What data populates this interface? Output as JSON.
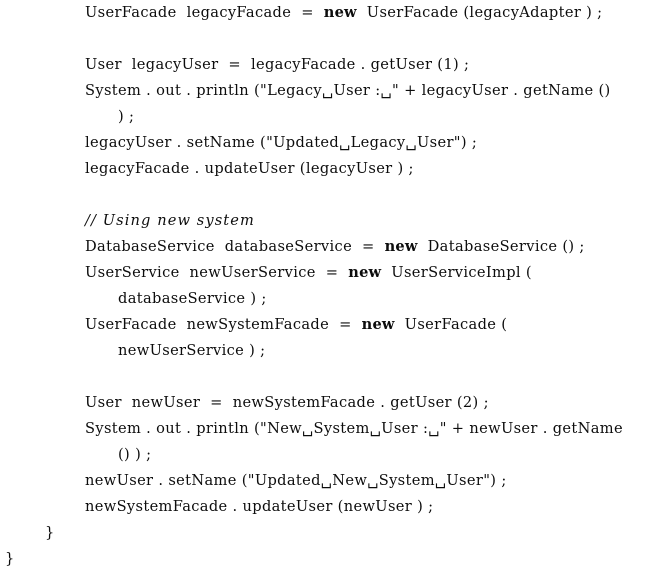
{
  "document": {
    "kind": "code-listing",
    "language": "Java",
    "background_color": "#ffffff",
    "text_color": "#0d0d0d",
    "visible_space_glyph": "␣",
    "keyword_style": "bold",
    "comment_style": "italic"
  },
  "lines": [
    {
      "id": "line-1",
      "indent": 2,
      "kind": "code",
      "text": "UserFacade legacyFacade = new UserFacade(legacyAdapter);",
      "segments": [
        {
          "type": "plain",
          "text": "UserFacade  legacyFacade  =  "
        },
        {
          "type": "keyword",
          "text": "new"
        },
        {
          "type": "plain",
          "text": "  UserFacade (legacyAdapter ) ;"
        }
      ]
    },
    {
      "id": "line-2",
      "indent": 2,
      "kind": "blank",
      "text": "",
      "segments": []
    },
    {
      "id": "line-3",
      "indent": 2,
      "kind": "code",
      "text": "User legacyUser = legacyFacade.getUser(1);",
      "segments": [
        {
          "type": "plain",
          "text": "User  legacyUser  =  legacyFacade . getUser (1) ;"
        }
      ]
    },
    {
      "id": "line-4",
      "indent": 2,
      "kind": "code",
      "text": "System.out.println(\"Legacy␣User:␣\" + legacyUser.getName()",
      "segments": [
        {
          "type": "plain",
          "text": "System . out . println ("
        },
        {
          "type": "string",
          "text": "\"Legacy␣User :␣\""
        },
        {
          "type": "plain",
          "text": " + legacyUser . getName ()"
        }
      ]
    },
    {
      "id": "line-5",
      "indent": 3,
      "kind": "code",
      "text": ");",
      "segments": [
        {
          "type": "plain",
          "text": ") ;"
        }
      ]
    },
    {
      "id": "line-6",
      "indent": 2,
      "kind": "code",
      "text": "legacyUser.setName(\"Updated␣Legacy␣User\");",
      "segments": [
        {
          "type": "plain",
          "text": "legacyUser . setName ("
        },
        {
          "type": "string",
          "text": "\"Updated␣Legacy␣User\""
        },
        {
          "type": "plain",
          "text": ") ;"
        }
      ]
    },
    {
      "id": "line-7",
      "indent": 2,
      "kind": "code",
      "text": "legacyFacade.updateUser(legacyUser);",
      "segments": [
        {
          "type": "plain",
          "text": "legacyFacade . updateUser (legacyUser ) ;"
        }
      ]
    },
    {
      "id": "line-8",
      "indent": 2,
      "kind": "blank",
      "text": "",
      "segments": []
    },
    {
      "id": "line-9",
      "indent": 2,
      "kind": "comment",
      "text": "// Using new system",
      "segments": [
        {
          "type": "comment",
          "text": "// Using new system"
        }
      ]
    },
    {
      "id": "line-10",
      "indent": 2,
      "kind": "code",
      "text": "DatabaseService databaseService = new DatabaseService();",
      "segments": [
        {
          "type": "plain",
          "text": "DatabaseService  databaseService  =  "
        },
        {
          "type": "keyword",
          "text": "new"
        },
        {
          "type": "plain",
          "text": "  DatabaseService () ;"
        }
      ]
    },
    {
      "id": "line-11",
      "indent": 2,
      "kind": "code",
      "text": "UserService newUserService = new UserServiceImpl(",
      "segments": [
        {
          "type": "plain",
          "text": "UserService  newUserService  =  "
        },
        {
          "type": "keyword",
          "text": "new"
        },
        {
          "type": "plain",
          "text": "  UserServiceImpl ("
        }
      ]
    },
    {
      "id": "line-12",
      "indent": 3,
      "kind": "code",
      "text": "databaseService);",
      "segments": [
        {
          "type": "plain",
          "text": "databaseService ) ;"
        }
      ]
    },
    {
      "id": "line-13",
      "indent": 2,
      "kind": "code",
      "text": "UserFacade newSystemFacade = new UserFacade(",
      "segments": [
        {
          "type": "plain",
          "text": "UserFacade  newSystemFacade  =  "
        },
        {
          "type": "keyword",
          "text": "new"
        },
        {
          "type": "plain",
          "text": "  UserFacade ("
        }
      ]
    },
    {
      "id": "line-14",
      "indent": 3,
      "kind": "code",
      "text": "newUserService);",
      "segments": [
        {
          "type": "plain",
          "text": "newUserService ) ;"
        }
      ]
    },
    {
      "id": "line-15",
      "indent": 2,
      "kind": "blank",
      "text": "",
      "segments": []
    },
    {
      "id": "line-16",
      "indent": 2,
      "kind": "code",
      "text": "User newUser = newSystemFacade.getUser(2);",
      "segments": [
        {
          "type": "plain",
          "text": "User  newUser  =  newSystemFacade . getUser (2) ;"
        }
      ]
    },
    {
      "id": "line-17",
      "indent": 2,
      "kind": "code",
      "text": "System.out.println(\"New␣System␣User:␣\" + newUser.getName",
      "segments": [
        {
          "type": "plain",
          "text": "System . out . println ("
        },
        {
          "type": "string",
          "text": "\"New␣System␣User :␣\""
        },
        {
          "type": "plain",
          "text": " + newUser . getName"
        }
      ]
    },
    {
      "id": "line-18",
      "indent": 3,
      "kind": "code",
      "text": "());",
      "segments": [
        {
          "type": "plain",
          "text": "() ) ;"
        }
      ]
    },
    {
      "id": "line-19",
      "indent": 2,
      "kind": "code",
      "text": "newUser.setName(\"Updated␣New␣System␣User\");",
      "segments": [
        {
          "type": "plain",
          "text": "newUser . setName ("
        },
        {
          "type": "string",
          "text": "\"Updated␣New␣System␣User\""
        },
        {
          "type": "plain",
          "text": ") ;"
        }
      ]
    },
    {
      "id": "line-20",
      "indent": 2,
      "kind": "code",
      "text": "newSystemFacade.updateUser(newUser);",
      "segments": [
        {
          "type": "plain",
          "text": "newSystemFacade . updateUser (newUser ) ;"
        }
      ]
    },
    {
      "id": "line-21",
      "indent": 1,
      "kind": "code",
      "text": "}",
      "segments": [
        {
          "type": "plain",
          "text": "}"
        }
      ]
    },
    {
      "id": "line-22",
      "indent": 0,
      "kind": "code",
      "text": "}",
      "segments": [
        {
          "type": "plain",
          "text": "}"
        }
      ]
    }
  ]
}
